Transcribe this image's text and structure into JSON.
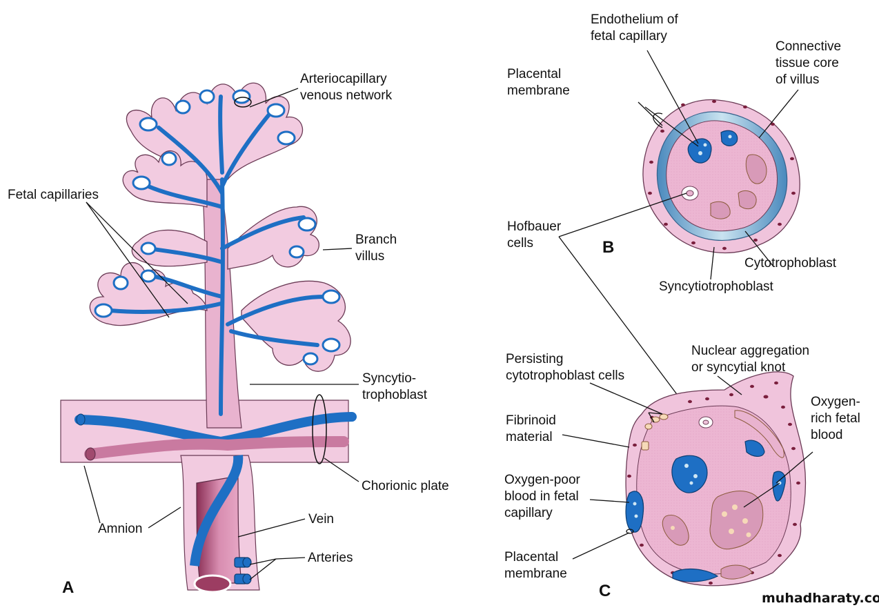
{
  "figure": {
    "colors": {
      "tissue_pink": "#f0c4dc",
      "core_pink": "#e6a9c8",
      "vessel_blue": "#1e6fc4",
      "vein_maroon": "#a04a6e",
      "cytotrophoblast_light_blue": "#a9d3e8",
      "nucleus_dark": "#7a1f3d",
      "outline": "#5a2a45"
    },
    "panels": [
      {
        "letter": "A"
      },
      {
        "letter": "B"
      },
      {
        "letter": "C"
      }
    ],
    "panel_a_labels": {
      "arteriocapillary": [
        "Arteriocapillary",
        "venous network"
      ],
      "fetal_capillaries": "Fetal capillaries",
      "branch_villus": [
        "Branch",
        "villus"
      ],
      "syncytiotrophoblast": [
        "Syncytio-",
        "trophoblast"
      ],
      "chorionic_plate": "Chorionic plate",
      "amnion": "Amnion",
      "vein": "Vein",
      "arteries": "Arteries"
    },
    "panel_b_labels": {
      "endothelium": [
        "Endothelium of",
        "fetal capillary"
      ],
      "placental_membrane": [
        "Placental",
        "membrane"
      ],
      "connective_tissue": [
        "Connective",
        "tissue core",
        "of villus"
      ],
      "hofbauer": [
        "Hofbauer",
        "cells"
      ],
      "cytotrophoblast": "Cytotrophoblast",
      "syncytiotrophoblast": "Syncytiotrophoblast"
    },
    "panel_c_labels": {
      "persisting": [
        "Persisting",
        "cytotrophoblast cells"
      ],
      "nuclear_aggregation": [
        "Nuclear aggregation",
        "or syncytial knot"
      ],
      "fibrinoid": [
        "Fibrinoid",
        "material"
      ],
      "oxygen_rich": [
        "Oxygen-",
        "rich fetal",
        "blood"
      ],
      "oxygen_poor": [
        "Oxygen-poor",
        "blood in fetal",
        "capillary"
      ],
      "placental_membrane": [
        "Placental",
        "membrane"
      ]
    },
    "watermark": "muhadharaty.com"
  }
}
